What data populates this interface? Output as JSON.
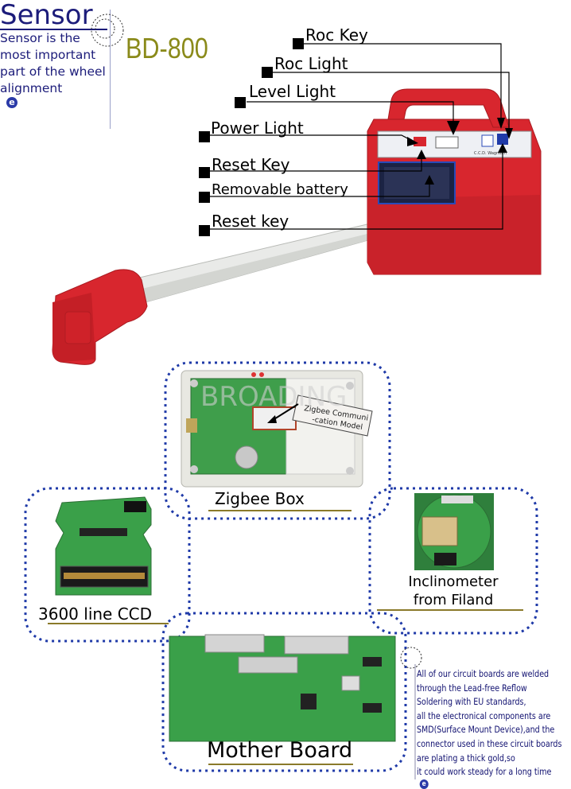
{
  "header": {
    "title": "Sensor",
    "description_lines": [
      "Sensor is the",
      "most important",
      "part of the wheel",
      "alignment"
    ],
    "logo_glyph": "e",
    "model": "BD-800"
  },
  "callouts": {
    "roc_key": "Roc Key",
    "roc_light": "Roc Light",
    "level_light": "Level Light",
    "power_light": "Power Light",
    "reset_key_upper": "Reset Key",
    "removable_battery": "Removable battery",
    "reset_key_lower": "Reset key"
  },
  "device": {
    "panel_text": "C.C.D. Wagnerm"
  },
  "components": {
    "zigbee_box": "Zigbee Box",
    "zigbee_note_lines": [
      "Zigbee Communi",
      "-cation Model"
    ],
    "watermark": "BROADING",
    "ccd": "3600 line CCD",
    "inclinometer_lines": [
      "Inclinometer",
      "from Filand"
    ],
    "mother_board": "Mother Board"
  },
  "note": {
    "lines": [
      "All of our circuit boards are welded",
      "through the  Lead-free  Reflow",
      "Soldering with EU standards,",
      "all the electronical components are",
      " SMD(Surface Mount Device),and the",
      " connector used in these circuit boards",
      " are plating a thick gold,so",
      "it could work  steady for a long time"
    ]
  },
  "colors": {
    "sensor_blue": "#1c1c7a",
    "model_olive": "#8a8a1a",
    "device_red": "#d8262e",
    "pcb_green": "#2e8b3c",
    "dash_blue": "#1f3aa8",
    "underline_gold": "#8a7a2a"
  }
}
